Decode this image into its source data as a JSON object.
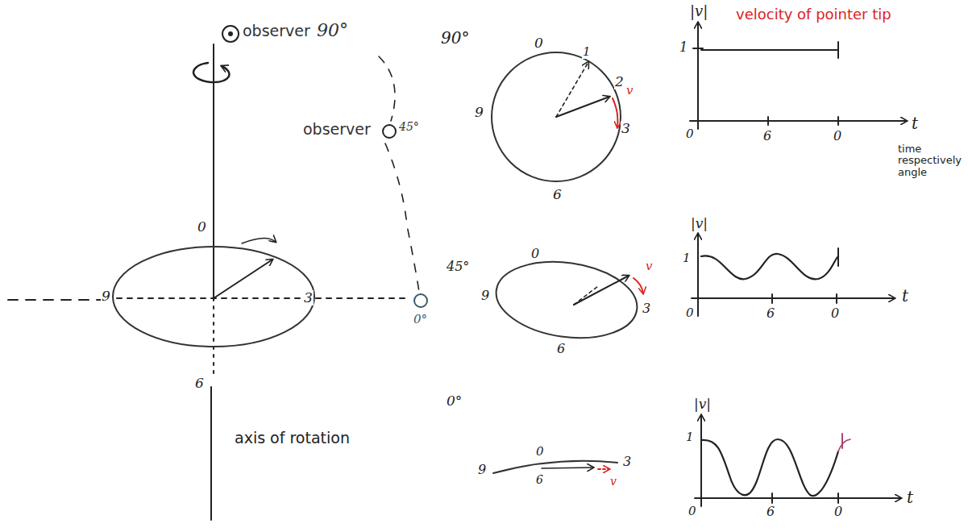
{
  "diagram": {
    "labels": [
      "observer",
      "90°",
      "observer",
      "45°",
      "0",
      "9",
      "3",
      "0°",
      "6",
      "axis of rotation",
      "90°",
      "0",
      "1",
      "2",
      "3",
      "9",
      "6",
      "v",
      "|v|",
      "velocity of pointer tip",
      "1",
      "0",
      "6",
      "0",
      "t",
      "time respectively angle",
      "45°",
      "0",
      "9",
      "3",
      "6",
      "v",
      "|v|",
      "1",
      "0",
      "6",
      "0",
      "t",
      "0°",
      "9",
      "0",
      "3",
      "6",
      "v",
      "|v|",
      "1",
      "0",
      "6",
      "0",
      "t"
    ]
  }
}
